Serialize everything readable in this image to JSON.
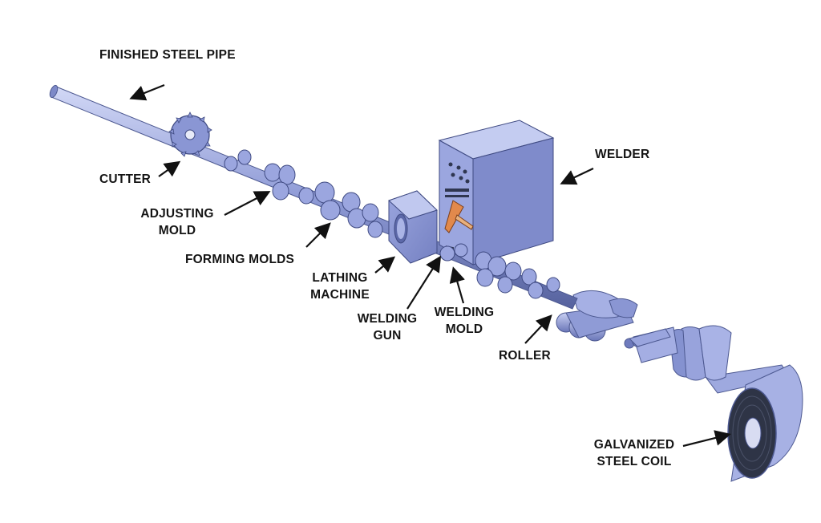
{
  "labels": {
    "finished_steel_pipe": "FINISHED STEEL PIPE",
    "cutter": "CUTTER",
    "adjusting_mold": [
      "ADJUSTING",
      "MOLD"
    ],
    "forming_molds": "FORMING MOLDS",
    "lathing_machine": [
      "LATHING",
      "MACHINE"
    ],
    "welding_gun": [
      "WELDING",
      "GUN"
    ],
    "welding_mold": [
      "WELDING",
      "MOLD"
    ],
    "welder": "WELDER",
    "roller": "ROLLER",
    "galvanized_steel_coil": [
      "GALVANIZED",
      "STEEL COIL"
    ]
  },
  "colors": {
    "machine_body": "#8c98d6",
    "machine_shadow": "#5c6aa8",
    "machine_highlight": "#c2caf0",
    "text": "#141414"
  }
}
